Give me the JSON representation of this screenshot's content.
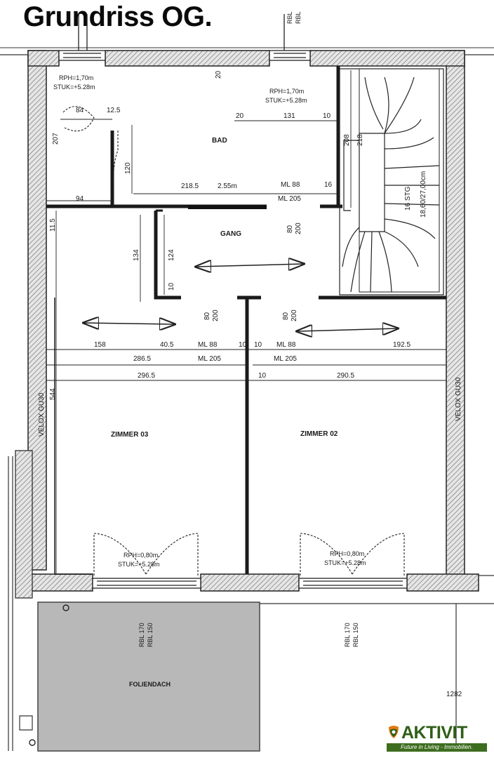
{
  "title": "Grundriss OG.",
  "rooms": {
    "bad": "BAD",
    "gang": "GANG",
    "zimmer3": "ZIMMER 03",
    "zimmer2": "ZIMMER 02",
    "dach": "FOLIENDACH"
  },
  "notes": {
    "rph1": "RPH=1,70m",
    "stuk1": "STUK=+5.28m",
    "rph2": "RPH=1,70m",
    "stuk2": "STUK=+5.28m",
    "rph3": "RPH=0,80m",
    "stuk3": "STUK=+5.28m",
    "rph4": "RPH=0,80m",
    "stuk4": "STUK=+5.28m",
    "stair": "16 STG",
    "stair2": "18,60/27,00cm",
    "velox_left": "VELOX GU30",
    "velox_right": "VELOX GU30",
    "rbl_top1": "RBL",
    "rbl_top2": "RBL",
    "rbl_b1": "RBL 170",
    "rbl_b2": "RBL 150",
    "rbl_b3": "RBL 170",
    "rbl_b4": "RBL 150"
  },
  "dims": {
    "d84": "84",
    "d125": "12.5",
    "d207": "207",
    "d120": "120",
    "d94": "94",
    "d115": "11.5",
    "d20a": "20",
    "d20b": "20",
    "d131": "131",
    "d10a": "10",
    "d208": "208",
    "d218": "218",
    "d2185": "218.5",
    "d255": "2.55m",
    "dml88a": "ML 88",
    "dml205a": "ML 205",
    "d16": "16",
    "d80": "80",
    "d200": "200",
    "d134": "134",
    "d124": "124",
    "d10b": "10",
    "d80b": "80",
    "d200b": "200",
    "d80c": "80",
    "d200c": "200",
    "d158": "158",
    "d405": "40.5",
    "dml88b": "ML 88",
    "d10c": "10",
    "d10d": "10",
    "dml88c": "ML 88",
    "d1925": "192.5",
    "d2865": "286.5",
    "dml205b": "ML 205",
    "dml205c": "ML 205",
    "d2965": "296.5",
    "d10e": "10",
    "d2905": "290.5",
    "d544": "544",
    "d1282": "1282"
  },
  "logo": {
    "name": "AKTIVIT",
    "tagline": "Future in Living - Immobilien."
  }
}
